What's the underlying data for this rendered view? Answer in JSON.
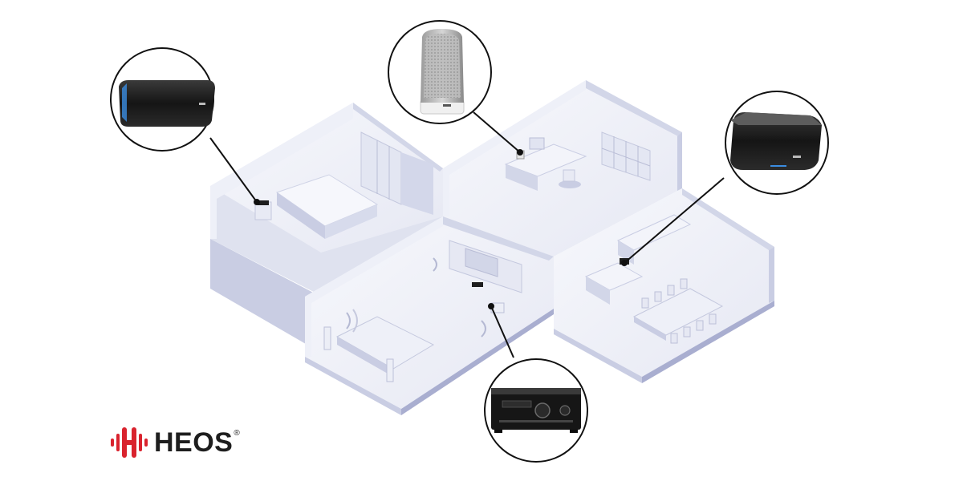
{
  "brand": {
    "name": "HEOS",
    "trademark": "®",
    "accent_color": "#d9232e"
  },
  "scene": {
    "rooms": [
      "bedroom",
      "office",
      "living-room",
      "kitchen-dining"
    ],
    "devices": [
      {
        "name": "wireless-speaker-bedroom",
        "room": "bedroom",
        "finish": "black"
      },
      {
        "name": "wireless-speaker-office",
        "room": "office",
        "finish": "white"
      },
      {
        "name": "wireless-speaker-kitchen",
        "room": "kitchen-dining",
        "finish": "black"
      },
      {
        "name": "av-receiver-living-room",
        "room": "living-room",
        "finish": "black"
      }
    ],
    "colors": {
      "wall": "#eef0f8",
      "floor": "#f4f5fa",
      "shade": "#c9cde3",
      "deep": "#a9aed0",
      "device": "#1b1b1b",
      "callout_ring": "#111111"
    }
  }
}
